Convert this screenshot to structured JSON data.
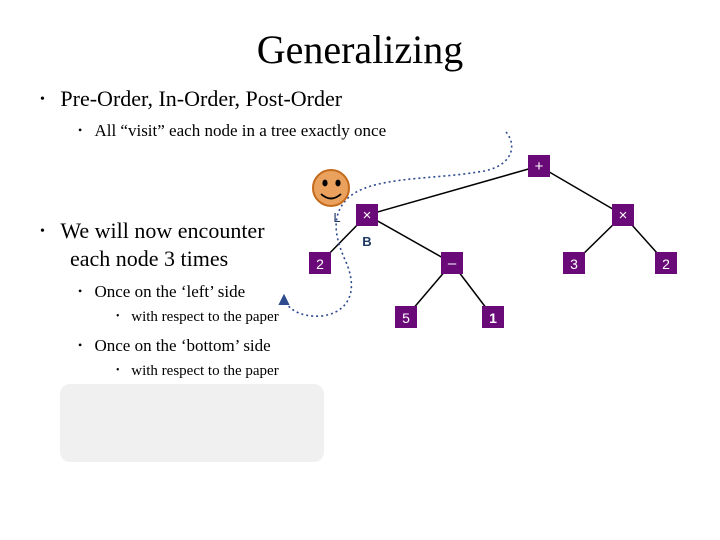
{
  "slide": {
    "title": "Generalizing",
    "bullets": {
      "b1": "Pre-Order, In-Order, Post-Order",
      "b1_sub": "All “visit” each node in a tree exactly once",
      "b2_line1": "We will now encounter",
      "b2_line2": "each node 3 times",
      "b2_sub1": "Once on the ‘left’ side",
      "b2_sub1_sub": "with respect to the paper",
      "b2_sub2": "Once on the ‘bottom’ side",
      "b2_sub2_sub": "with respect to the paper"
    },
    "bullet_char": "•"
  },
  "tree": {
    "nodes": {
      "root": "+",
      "times_left": "×",
      "times_right": "×",
      "two_left": "2",
      "minus": "–",
      "five": "5",
      "one": "1",
      "three": "3",
      "two_right": "2"
    },
    "annotations": {
      "left_marker": "L",
      "bottom_marker": "B"
    },
    "colors": {
      "node_fill": "#6a0a78",
      "node_text": "#ffffff",
      "edge": "#000000",
      "path": "#2e4b8f",
      "marker_text": "#1f3864",
      "smiley_fill": "#e9a15d",
      "smiley_stroke": "#c46a1a"
    },
    "icons": {
      "smiley": "smiley-face-icon"
    }
  }
}
